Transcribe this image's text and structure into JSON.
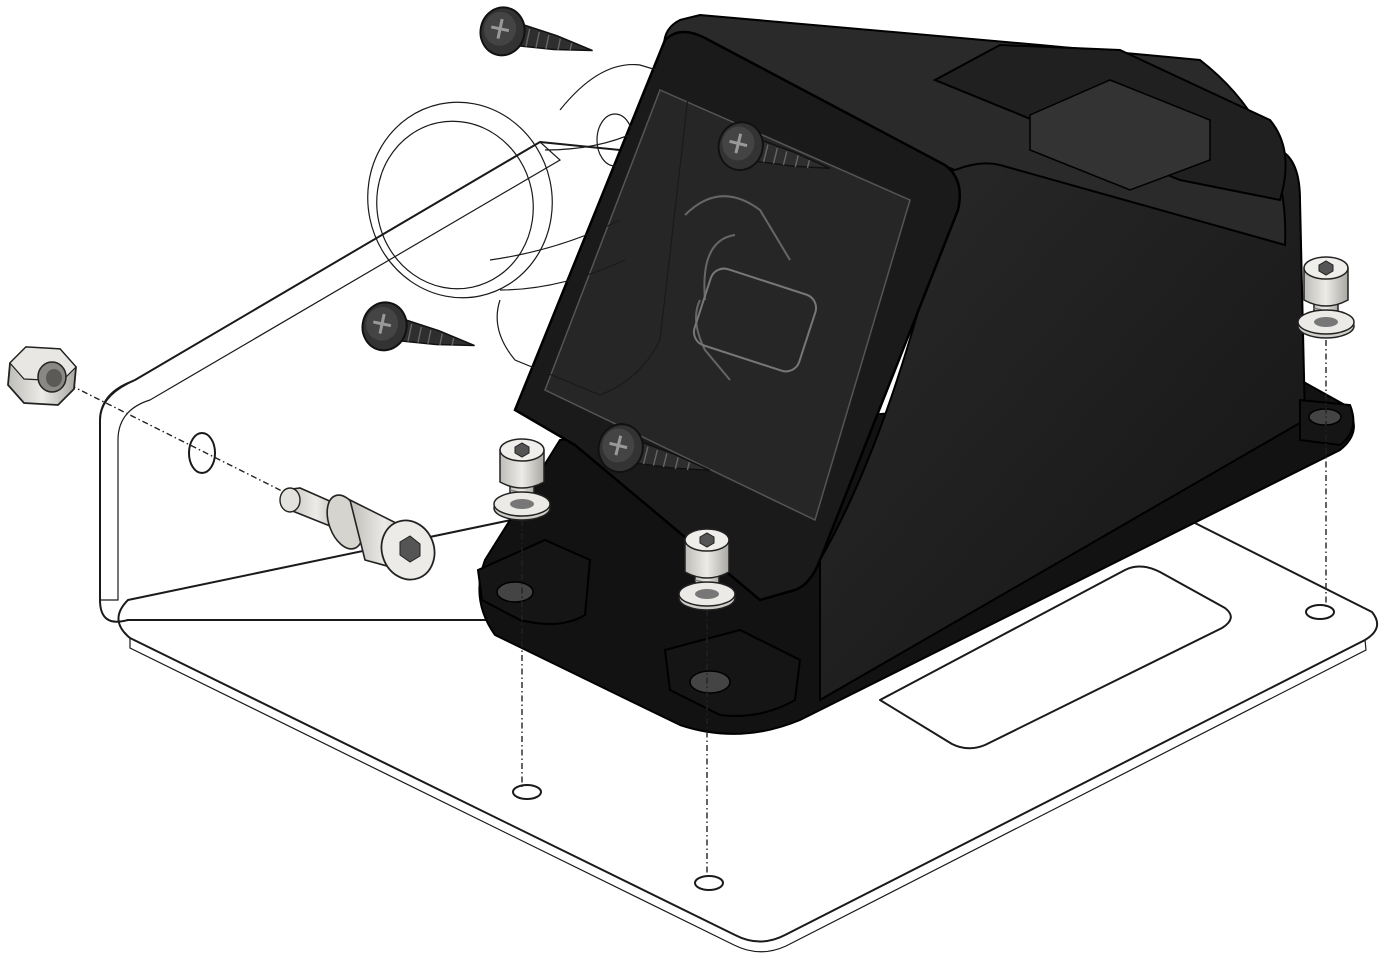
{
  "diagram": {
    "kind": "exploded-assembly-view",
    "colors": {
      "background": "#ffffff",
      "bracket_light": "#e4e4e4",
      "bracket_dark": "#b8b8b8",
      "housing": "#1c1c1c",
      "housing_edge": "#3a3a3a",
      "screw": "#2a2a2a",
      "hardware_light": "#d8d6d2"
    },
    "parts": [
      "mounting-bracket",
      "controller-housing",
      "transparent-cover",
      "wood-screw",
      "socket-head-cap-screw",
      "flat-washer",
      "hex-nut",
      "shoulder-bolt"
    ]
  }
}
